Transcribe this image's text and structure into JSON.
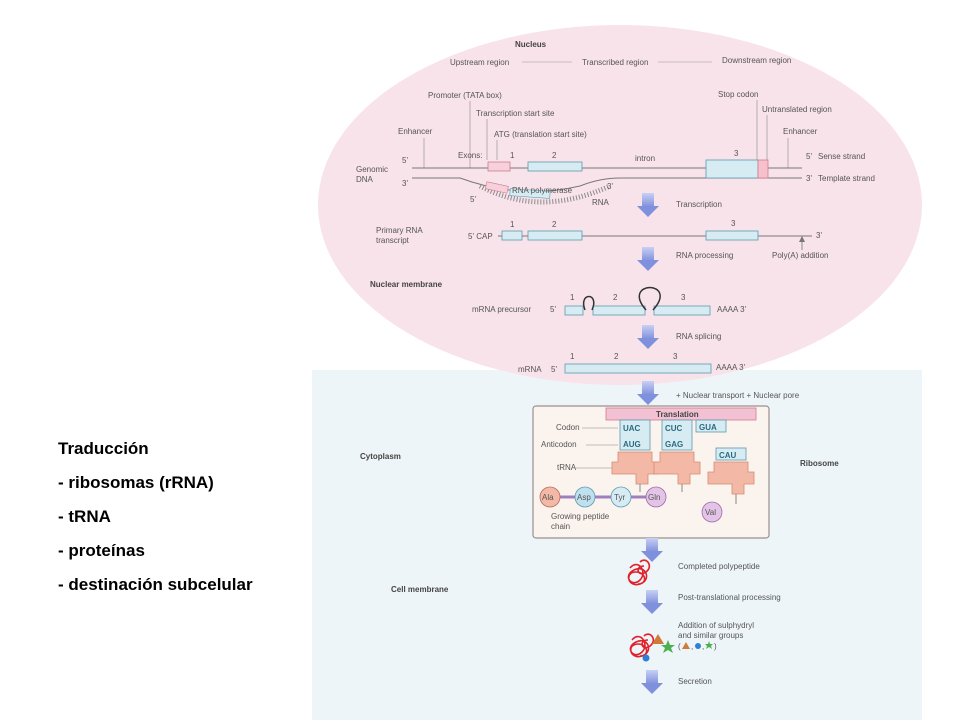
{
  "slide": {
    "title": "Traducción",
    "bullets": [
      "- ribosomas (rRNA)",
      "- tRNA",
      "- proteínas",
      "- destinación subcelular"
    ]
  },
  "diagram": {
    "nucleus": "Nucleus",
    "upstream": "Upstream region",
    "transcribed": "Transcribed region",
    "downstream": "Downstream region",
    "promoter": "Promoter (TATA box)",
    "tss": "Transcription start site",
    "atg": "ATG (translation start site)",
    "stop_codon": "Stop codon",
    "untranslated": "Untranslated region",
    "enhancer_left": "Enhancer",
    "enhancer_right": "Enhancer",
    "genomic_dna_1": "Genomic",
    "genomic_dna_2": "DNA",
    "exons": "Exons:",
    "intron": "intron",
    "sense": "Sense strand",
    "template": "Template strand",
    "rna_pol": "RNA polymerase",
    "rna": "RNA",
    "transcription": "Transcription",
    "primary_1": "Primary RNA",
    "primary_2": "transcript",
    "cap": "5' CAP",
    "rna_processing": "RNA processing",
    "polya": "Poly(A) addition",
    "nuclear_membrane": "Nuclear membrane",
    "mrna_precursor": "mRNA precursor",
    "aaaa1": "AAAA 3'",
    "rna_splicing": "RNA splicing",
    "mrna": "mRNA",
    "aaaa2": "AAAA 3'",
    "nuclear_transport": "+ Nuclear transport + Nuclear pore",
    "translation": "Translation",
    "codon": "Codon",
    "anticodon": "Anticodon",
    "trna": "tRNA",
    "cytoplasm": "Cytoplasm",
    "ribosome": "Ribosome",
    "growing_1": "Growing peptide",
    "growing_2": "chain",
    "aa_ala": "Ala",
    "aa_asp": "Asp",
    "aa_tyr": "Tyr",
    "aa_gln": "Gln",
    "aa_val": "Val",
    "codons": [
      "UAC",
      "CUC",
      "GUA"
    ],
    "anticodons": [
      "AUG",
      "GAG",
      "CAU"
    ],
    "completed": "Completed polypeptide",
    "cell_membrane": "Cell membrane",
    "post_trans": "Post-translational processing",
    "addition_1": "Addition of sulphydryl",
    "addition_2": "and similar groups",
    "secretion": "Secretion",
    "five_prime": "5'",
    "three_prime": "3'",
    "exon_1": "1",
    "exon_2": "2",
    "exon_3": "3"
  },
  "colors": {
    "nucleus_fill": "#f8e3ea",
    "cytoplasm_fill": "#eef5f8",
    "exon_fill": "#d7ecf2",
    "exon_stroke": "#5a9ab0",
    "arrow": "#8fa0e0",
    "trna": "#f3b9a6",
    "translation_bar": "#f2c2d4",
    "polypeptide": "#e0202a"
  }
}
